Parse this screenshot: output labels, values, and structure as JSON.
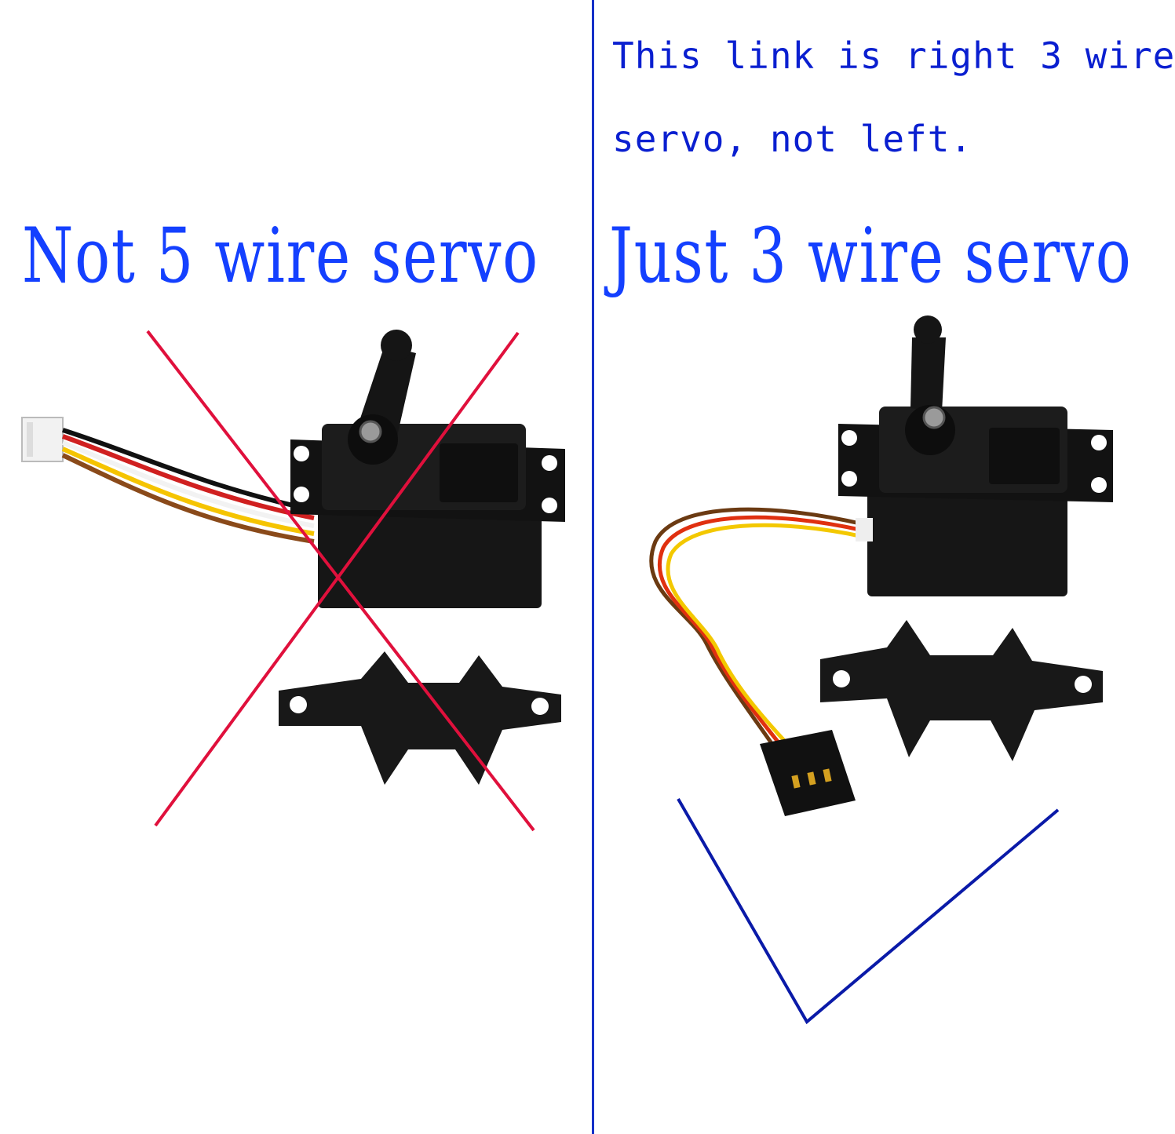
{
  "note": {
    "line1": "This link is right 3 wire",
    "line2": "servo, not left."
  },
  "left_panel": {
    "heading": "Not 5 wire servo"
  },
  "right_panel": {
    "heading": "Just 3 wire servo"
  },
  "colors": {
    "divider": "#1530c8",
    "heading_text": "#1440ff",
    "note_text": "#0a1fd0",
    "cross_mark": "#e0103c",
    "check_mark": "#0a1aa8",
    "servo_body": "#111111"
  },
  "icons": {
    "left_mark": "red-cross-icon",
    "right_mark": "blue-check-icon"
  }
}
